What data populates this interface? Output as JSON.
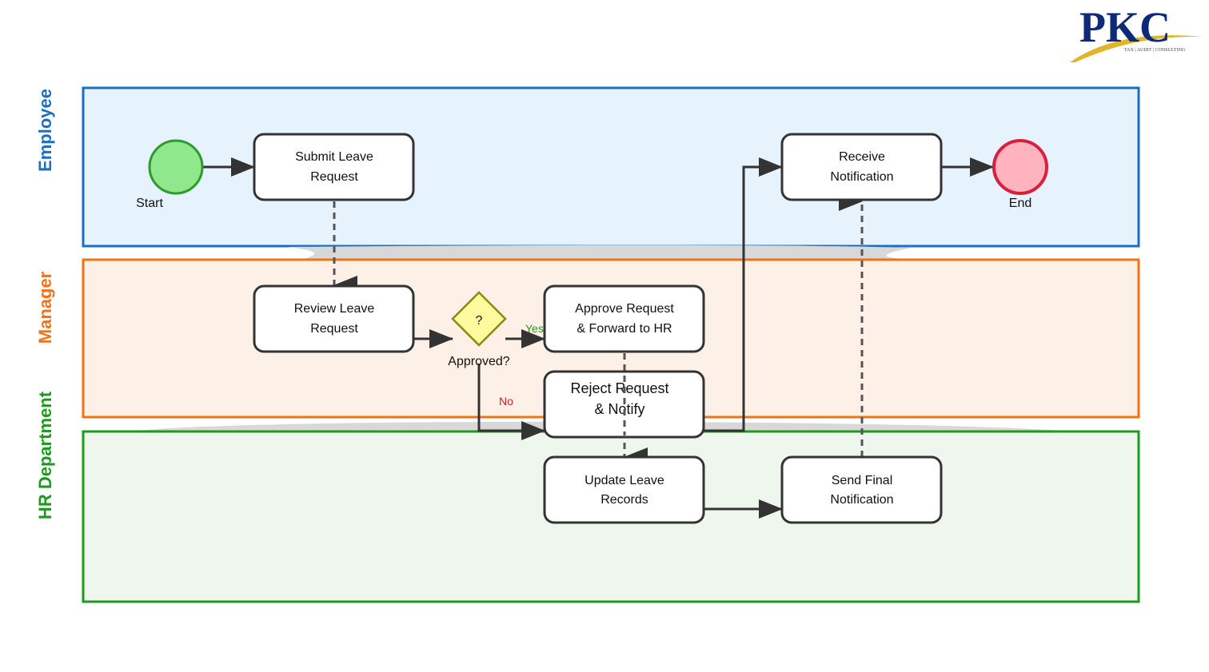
{
  "logo": {
    "name": "PKC",
    "tagline": "TAX | AUDIT | CONSULTING",
    "color_main": "#0d2a7a",
    "color_swoosh": "#e0b52a"
  },
  "lanes": [
    {
      "id": "employee",
      "label": "Employee",
      "color": "#1a6fc2",
      "fill": "#e6f2fc"
    },
    {
      "id": "manager",
      "label": "Manager",
      "color": "#f07318",
      "fill": "#fdf0e6"
    },
    {
      "id": "hr",
      "label": "HR Department",
      "color": "#1c9a1c",
      "fill": "#eff6ee"
    }
  ],
  "events": {
    "start": {
      "label": "Start",
      "color": "#8fe98a",
      "stroke": "#2e9a2e"
    },
    "end": {
      "label": "End",
      "color": "#ffb3be",
      "stroke": "#d8203c"
    }
  },
  "tasks": {
    "submit": {
      "line1": "Submit Leave",
      "line2": "Request"
    },
    "review": {
      "line1": "Review Leave",
      "line2": "Request"
    },
    "approve": {
      "line1": "Approve Request",
      "line2": "& Forward to HR"
    },
    "reject": {
      "line1": "Reject Request",
      "line2": "& Notify"
    },
    "update": {
      "line1": "Update Leave",
      "line2": "Records"
    },
    "send": {
      "line1": "Send Final",
      "line2": "Notification"
    },
    "receive": {
      "line1": "Receive",
      "line2": "Notification"
    }
  },
  "gateway": {
    "symbol": "?",
    "label": "Approved?",
    "fill": "#fdfb9e",
    "stroke": "#8a8a10"
  },
  "branches": {
    "yes": {
      "label": "Yes",
      "color": "#1c9a1c"
    },
    "no": {
      "label": "No",
      "color": "#cc1e1e"
    }
  }
}
